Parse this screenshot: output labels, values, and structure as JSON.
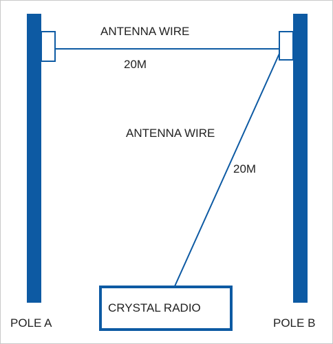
{
  "colors": {
    "pole": "#0d5aa3",
    "wire": "#0d5aa3",
    "text": "#222222",
    "frame": "#c8c8c8",
    "insulator_fill": "#ffffff"
  },
  "labels": {
    "top_wire": "ANTENNA WIRE",
    "top_length": "20M",
    "diagonal_wire": "ANTENNA WIRE",
    "diagonal_length": "20M",
    "radio": "CRYSTAL RADIO",
    "pole_a": "POLE A",
    "pole_b": "POLE B"
  }
}
